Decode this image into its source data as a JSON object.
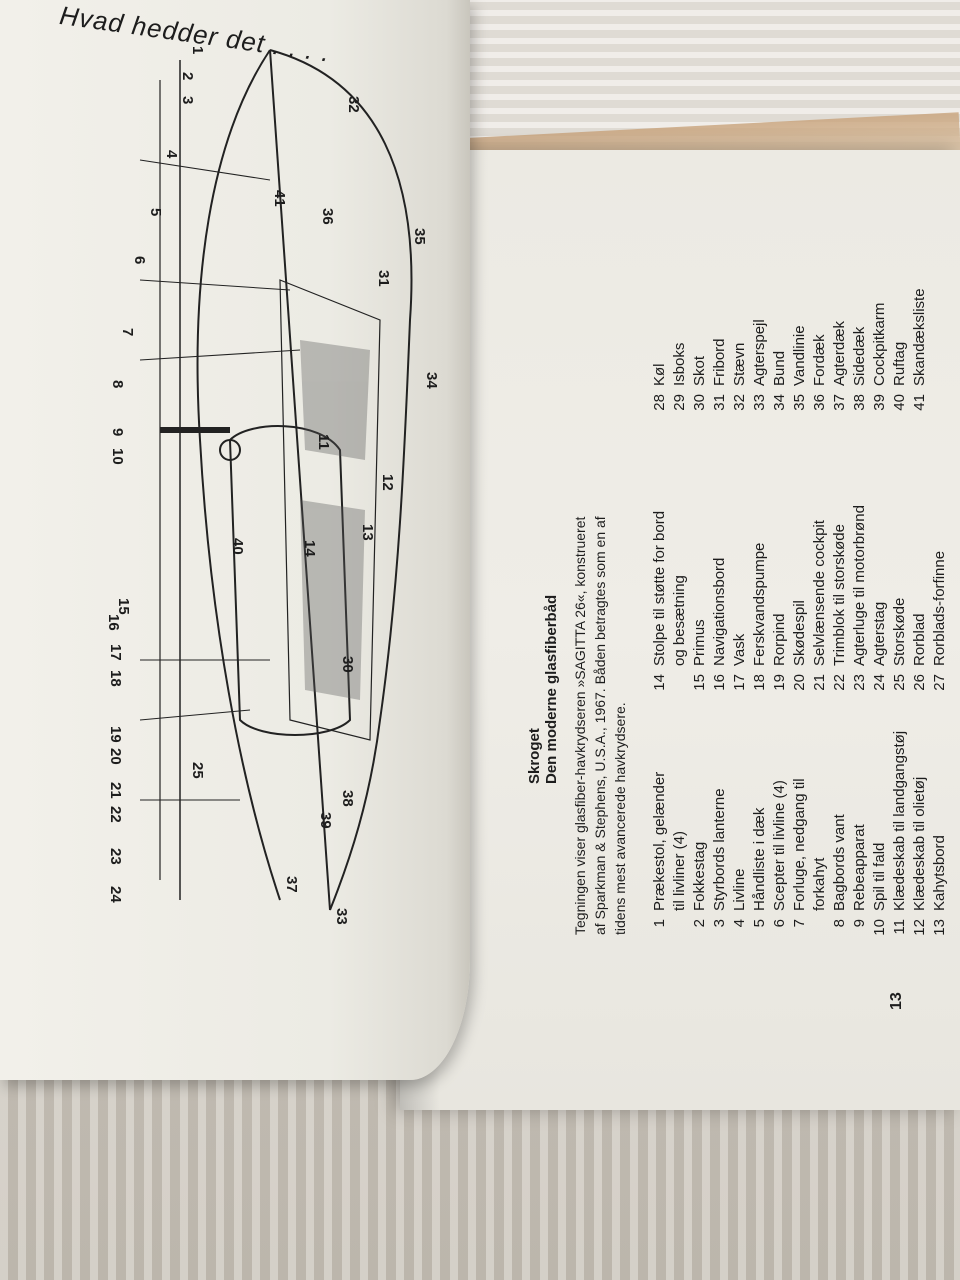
{
  "header": {
    "text": "Hvad hedder det . . . ."
  },
  "section": {
    "title": "Skroget",
    "subtitle": "Den moderne glasfiberbåd",
    "body": [
      "Tegningen viser glasfiber-havkrydseren »SAGITTA 26«, konstrueret",
      "af Sparkman & Stephens, U.S.A., 1967. Båden betragtes som en af",
      "tidens mest avancerede havkrydsere."
    ]
  },
  "legend": {
    "col1": [
      {
        "n": "1",
        "t": "Prækestol, gelænder"
      },
      {
        "n": "",
        "t": "til livliner (4)"
      },
      {
        "n": "2",
        "t": "Fokkestag"
      },
      {
        "n": "3",
        "t": "Styrbords lanterne"
      },
      {
        "n": "4",
        "t": "Livline"
      },
      {
        "n": "5",
        "t": "Håndliste i dæk"
      },
      {
        "n": "6",
        "t": "Scepter til livline (4)"
      },
      {
        "n": "7",
        "t": "Forluge, nedgang til"
      },
      {
        "n": "",
        "t": "forkahyt"
      },
      {
        "n": "8",
        "t": "Bagbords vant"
      },
      {
        "n": "9",
        "t": "Rebeapparat"
      },
      {
        "n": "10",
        "t": "Spil til fald"
      },
      {
        "n": "11",
        "t": "Klædeskab til landgangstøj"
      },
      {
        "n": "12",
        "t": "Klædeskab til olietøj"
      },
      {
        "n": "13",
        "t": "Kahytsbord"
      }
    ],
    "col2": [
      {
        "n": "14",
        "t": "Stolpe til støtte for bord"
      },
      {
        "n": "",
        "t": "og besætning"
      },
      {
        "n": "15",
        "t": "Primus"
      },
      {
        "n": "16",
        "t": "Navigationsbord"
      },
      {
        "n": "17",
        "t": "Vask"
      },
      {
        "n": "18",
        "t": "Ferskvandspumpe"
      },
      {
        "n": "19",
        "t": "Rorpind"
      },
      {
        "n": "20",
        "t": "Skødespil"
      },
      {
        "n": "21",
        "t": "Selvlænsende cockpit"
      },
      {
        "n": "22",
        "t": "Trimblok til storskøde"
      },
      {
        "n": "23",
        "t": "Agterluge til motorbrønd"
      },
      {
        "n": "24",
        "t": "Agterstag"
      },
      {
        "n": "25",
        "t": "Storskøde"
      },
      {
        "n": "26",
        "t": "Rorblad"
      },
      {
        "n": "27",
        "t": "Rorblads-forfinne"
      }
    ],
    "col3": [
      {
        "n": "28",
        "t": "Køl"
      },
      {
        "n": "29",
        "t": "Isboks"
      },
      {
        "n": "30",
        "t": "Skot"
      },
      {
        "n": "31",
        "t": "Fribord"
      },
      {
        "n": "32",
        "t": "Stævn"
      },
      {
        "n": "33",
        "t": "Agterspejl"
      },
      {
        "n": "34",
        "t": "Bund"
      },
      {
        "n": "35",
        "t": "Vandlinie"
      },
      {
        "n": "36",
        "t": "Fordæk"
      },
      {
        "n": "37",
        "t": "Agterdæk"
      },
      {
        "n": "38",
        "t": "Sidedæk"
      },
      {
        "n": "39",
        "t": "Cockpitkarm"
      },
      {
        "n": "40",
        "t": "Ruftag"
      },
      {
        "n": "41",
        "t": "Skandæksliste"
      }
    ]
  },
  "callouts": [
    "1",
    "2",
    "3",
    "4",
    "5",
    "6",
    "7",
    "8",
    "9",
    "10",
    "15",
    "16",
    "17",
    "18",
    "19",
    "20",
    "21",
    "22",
    "23",
    "24",
    "25",
    "40",
    "41",
    "36",
    "32",
    "31",
    "35",
    "33",
    "37",
    "39",
    "38",
    "14",
    "13",
    "12",
    "11",
    "30",
    "34"
  ],
  "page_number": "13"
}
